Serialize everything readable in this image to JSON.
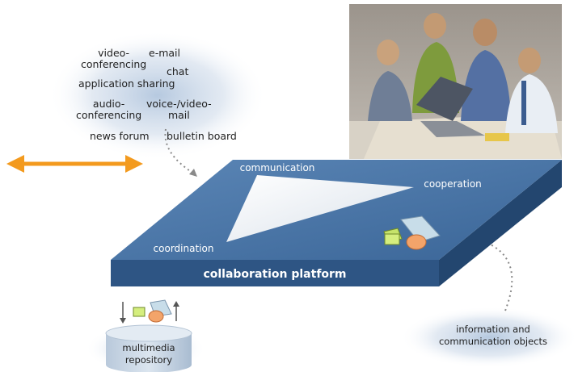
{
  "communication_tools": {
    "video_conf_1": "video-",
    "video_conf_2": "conferencing",
    "email": "e-mail",
    "chat": "chat",
    "app_sharing": "application sharing",
    "audio_conf_1": "audio-",
    "audio_conf_2": "conferencing",
    "voice_mail_1": "voice-/video-",
    "voice_mail_2": "mail",
    "news_forum": "news forum",
    "bulletin_board": "bulletin board"
  },
  "platform": {
    "label": "collaboration platform",
    "communication": "communication",
    "cooperation": "cooperation",
    "coordination": "coordination"
  },
  "repository": {
    "line1": "multimedia",
    "line2": "repository"
  },
  "info_objects": {
    "line1": "information and",
    "line2": "communication objects"
  },
  "colors": {
    "platform_top": "#3d6a9b",
    "platform_front": "#2d5482",
    "arrow": "#f39a1e",
    "glow": "#c5d4e6"
  }
}
